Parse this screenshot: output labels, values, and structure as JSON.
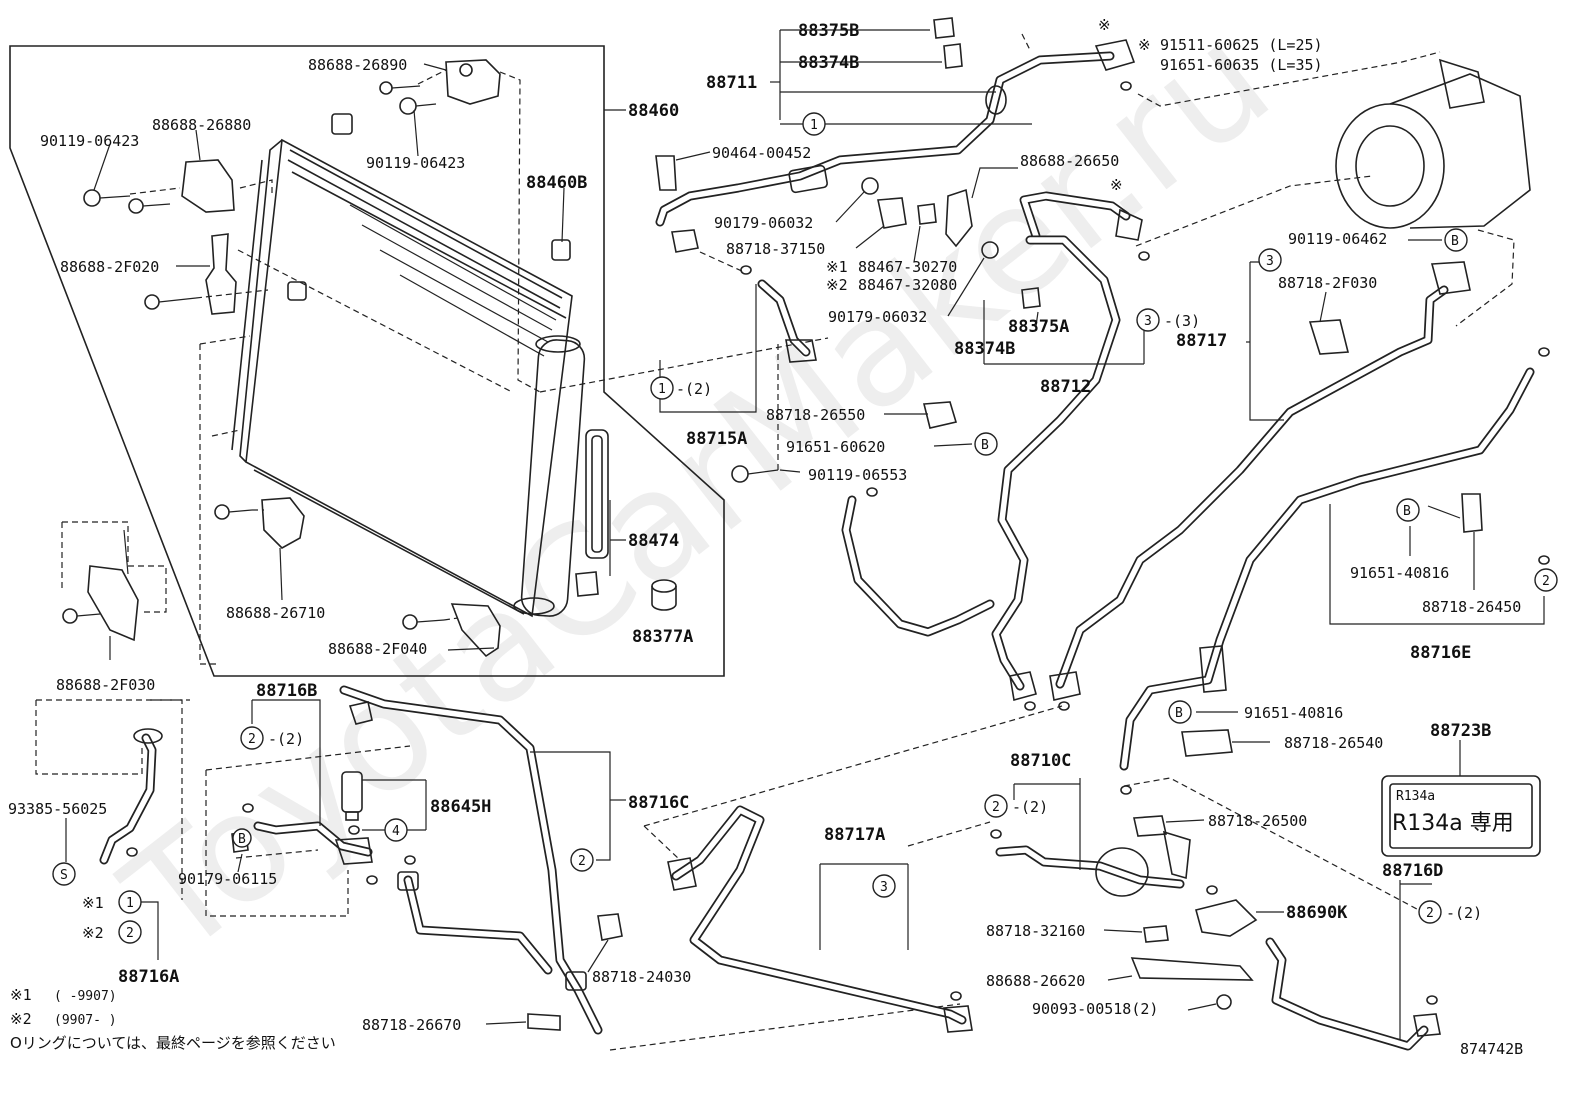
{
  "watermark": "ToyotaCarMaker.ru",
  "diagram_id": "874742B",
  "parts": {
    "p88460": "88460",
    "p88688_26890": "88688-26890",
    "p88688_26880": "88688-26880",
    "p90119_06423a": "90119-06423",
    "p90119_06423b": "90119-06423",
    "p88460B": "88460B",
    "p88688_2F020": "88688-2F020",
    "p88474": "88474",
    "p88377A": "88377A",
    "p88688_26710": "88688-26710",
    "p88688_2F040": "88688-2F040",
    "p88688_2F030": "88688-2F030",
    "p93385_56025": "93385-56025",
    "p88716A": "88716A",
    "p88716B": "88716B",
    "p88645H": "88645H",
    "p90179_06115": "90179-06115",
    "p88716C": "88716C",
    "p88718_24030": "88718-24030",
    "p88718_26670": "88718-26670",
    "p88717A": "88717A",
    "p88375B": "88375B",
    "p88374B_top": "88374B",
    "p88711": "88711",
    "p91511_60625": "91511-60625 (L=25)",
    "p91651_60635": "91651-60635 (L=35)",
    "p90464_00452": "90464-00452",
    "p90179_06032a": "90179-06032",
    "p88688_26650": "88688-26650",
    "p88718_37150": "88718-37150",
    "p88467_30270": "88467-30270",
    "p88467_32080": "88467-32080",
    "p90179_06032b": "90179-06032",
    "p88375A": "88375A",
    "p88374B": "88374B",
    "p88712": "88712",
    "p88715A": "88715A",
    "p88718_26550": "88718-26550",
    "p91651_60620": "91651-60620",
    "p90119_06553": "90119-06553",
    "p90119_06462": "90119-06462",
    "p88718_2F030": "88718-2F030",
    "p88717": "88717",
    "p91651_40816a": "91651-40816",
    "p88718_26450": "88718-26450",
    "p88716E": "88716E",
    "p91651_40816b": "91651-40816",
    "p88718_26540": "88718-26540",
    "p88723B": "88723B",
    "p88710C": "88710C",
    "p88718_26500": "88718-26500",
    "p88690K": "88690K",
    "p88718_32160": "88718-32160",
    "p88688_26620": "88688-26620",
    "p90093_00518": "90093-00518(2)",
    "p88716D": "88716D"
  },
  "refs": {
    "r2_2_a": "-(2)",
    "r1_2": "-(2)",
    "r3_3": "-(3)",
    "r2_2_b": "-(2)",
    "r2_2_c": "-(2)"
  },
  "circled": {
    "one": "1",
    "two": "2",
    "three": "3",
    "four": "4",
    "B": "B",
    "S": "S"
  },
  "marks": {
    "kome": "※",
    "kome1": "※1",
    "kome2": "※2"
  },
  "notes": {
    "n1_mark": "※1",
    "n1_text": "(    -9907)",
    "n2_mark": "※2",
    "n2_text": "(9907-     )",
    "oring": "Oリングについては、最終ページを参照ください"
  },
  "label_plate": {
    "header": "R134a",
    "main": "R134a  専用"
  }
}
